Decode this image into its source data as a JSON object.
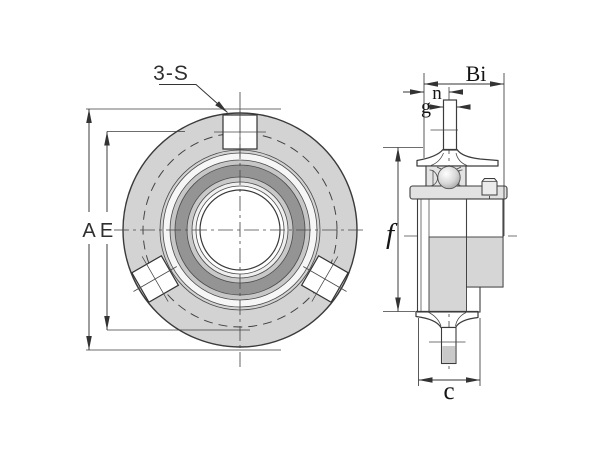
{
  "front_view": {
    "leader_label": "3-S",
    "dim_labels": {
      "a": "A",
      "e": "E"
    }
  },
  "side_view": {
    "dim_labels": {
      "bi": "Bi",
      "n": "n",
      "g": "g",
      "f": "f",
      "c": "c"
    }
  },
  "colors": {
    "background": "#ffffff",
    "flange_gray": "#d3d3d3",
    "mid_gray": "#c7c7c7",
    "dark_ring": "#949494",
    "light_band": "#f6f6f6",
    "body_gray": "#dcdcdc",
    "shaft_gray": "#d6d6d6",
    "line": "#3c3c3c"
  }
}
